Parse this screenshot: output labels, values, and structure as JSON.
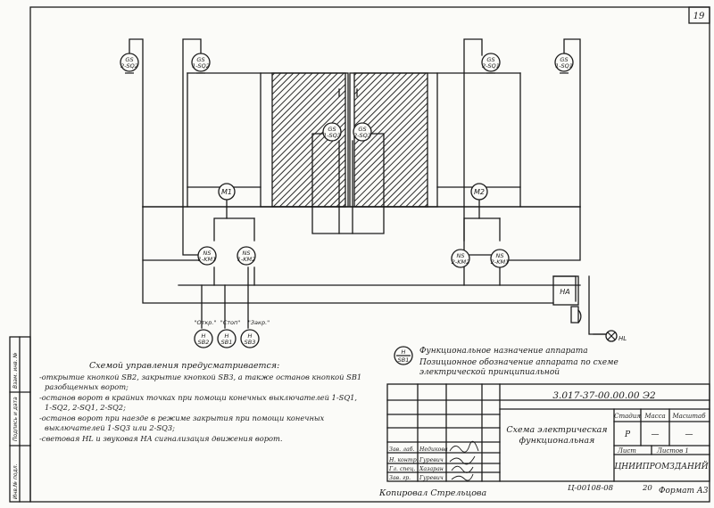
{
  "sheet": {
    "page_number": "19"
  },
  "devices": {
    "gs_left_outer": [
      "GS",
      "2-SQ2"
    ],
    "gs_left_inner": [
      "GS",
      "1-SQ2"
    ],
    "gs_right_inner": [
      "GS",
      "2-SQ1"
    ],
    "gs_right_outer": [
      "GS",
      "1-SQ1"
    ],
    "gs_center_left": [
      "GS",
      "1-SQ3"
    ],
    "gs_center_right": [
      "GS",
      "2-SQ3"
    ],
    "motor_left": "M1",
    "motor_right": "M2",
    "ns_left_1": [
      "NS",
      "1-KM1"
    ],
    "ns_left_2": [
      "NS",
      "1-KM2"
    ],
    "ns_right_1": [
      "NS",
      "2-KM2"
    ],
    "ns_right_2": [
      "NS",
      "2-KM1"
    ],
    "ha": "HA",
    "hl": "HL",
    "button_captions": [
      "\"Откр.\"",
      "\"Стоп\"",
      "\"Закр.\""
    ],
    "buttons": [
      [
        "H",
        "SB2"
      ],
      [
        "H",
        "SB1"
      ],
      [
        "H",
        "SB3"
      ]
    ]
  },
  "legend": {
    "symbol_top": "H",
    "symbol_bottom": "SB1",
    "line1": "Функциональное назначение аппарата",
    "line2": "Позиционное обозначение аппарата по схеме",
    "line3": "электрической принципиальной"
  },
  "notes": {
    "title": "Схемой управления предусматривается:",
    "items": [
      "-открытие кнопкой SB2, закрытие кнопкой SB3, а также останов кнопкой SB1",
      "разобщенных ворот;",
      "-останов ворот в крайних точках при помощи конечных выключателей 1-SQ1,",
      "1-SQ2, 2-SQ1, 2-SQ2;",
      "-останов ворот при наезде в режиме закрытия при помощи конечных",
      "выключателей 1-SQ3 или 2-SQ3;",
      "-световая HL и звуковая HA сигнализация движения ворот."
    ]
  },
  "side_stamp": [
    "Инв.№ подл.",
    "Подпись и дата",
    "Взам. инв. №"
  ],
  "title_block": {
    "doc_code": "3.017-37-00.00.00 Э2",
    "title_line1": "Схема электрическая",
    "title_line2": "функциональная",
    "col_stage": "Стадия",
    "col_mass": "Масса",
    "col_scale": "Масштаб",
    "stage": "Р",
    "mass": "—",
    "scale": "—",
    "sheet": "Лист",
    "sheets": "Листов 1",
    "org": "ЦНИИПРОМЗДАНИЙ",
    "roles": [
      "Зав. лаб.",
      "Н. контр.",
      "Гл. спец.",
      "Зав. гр."
    ],
    "names": [
      "Недикова",
      "Гуревич",
      "Хазаран",
      "Гуревич"
    ]
  },
  "footer": {
    "copied": "Копировал Стрельцова",
    "code": "Ц-00108-08",
    "num": "20",
    "format": "Формат А3"
  }
}
